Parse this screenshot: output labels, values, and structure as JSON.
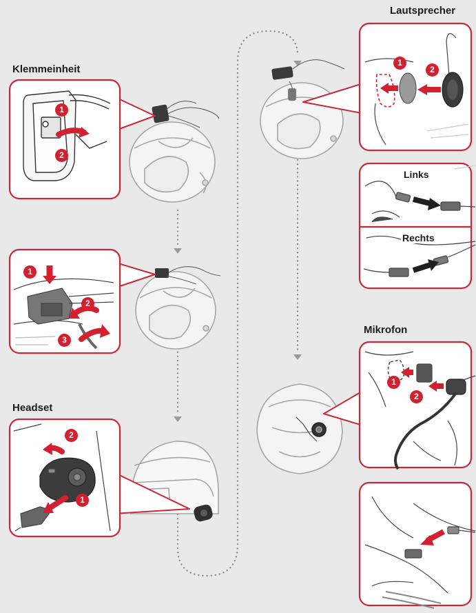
{
  "sections": {
    "clamp": "Klemmeinheit",
    "headset": "Headset",
    "speaker": "Lautsprecher",
    "mic": "Mikrofon",
    "left": "Links",
    "right": "Rechts"
  },
  "steps": {
    "one": "1",
    "two": "2",
    "three": "3"
  },
  "colors": {
    "accent": "#d2202f",
    "frame": "#c8283a",
    "background": "#e9e9ea",
    "line": "#8b8b8b"
  }
}
